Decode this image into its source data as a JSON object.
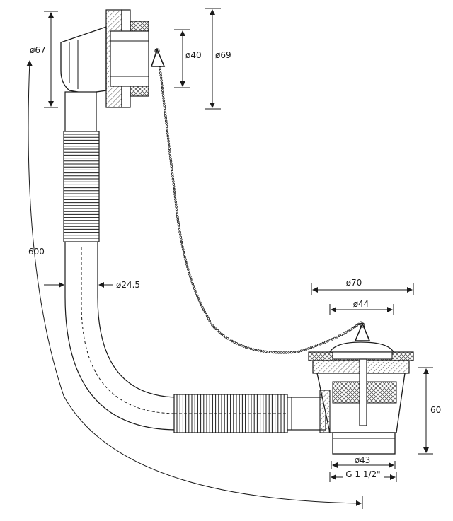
{
  "labels": {
    "overflow_height": "ø67",
    "overflow_inner": "ø40",
    "overflow_outer": "ø69",
    "total_length": "600",
    "hose_diameter": "ø24.5",
    "waste_outer": "ø70",
    "waste_inner": "ø44",
    "waste_height": "60",
    "outlet_diameter": "ø43",
    "thread": "G 1 1/2\""
  },
  "colors": {
    "line": "#1a1a1a",
    "hatch": "#555555",
    "background": "#ffffff"
  }
}
